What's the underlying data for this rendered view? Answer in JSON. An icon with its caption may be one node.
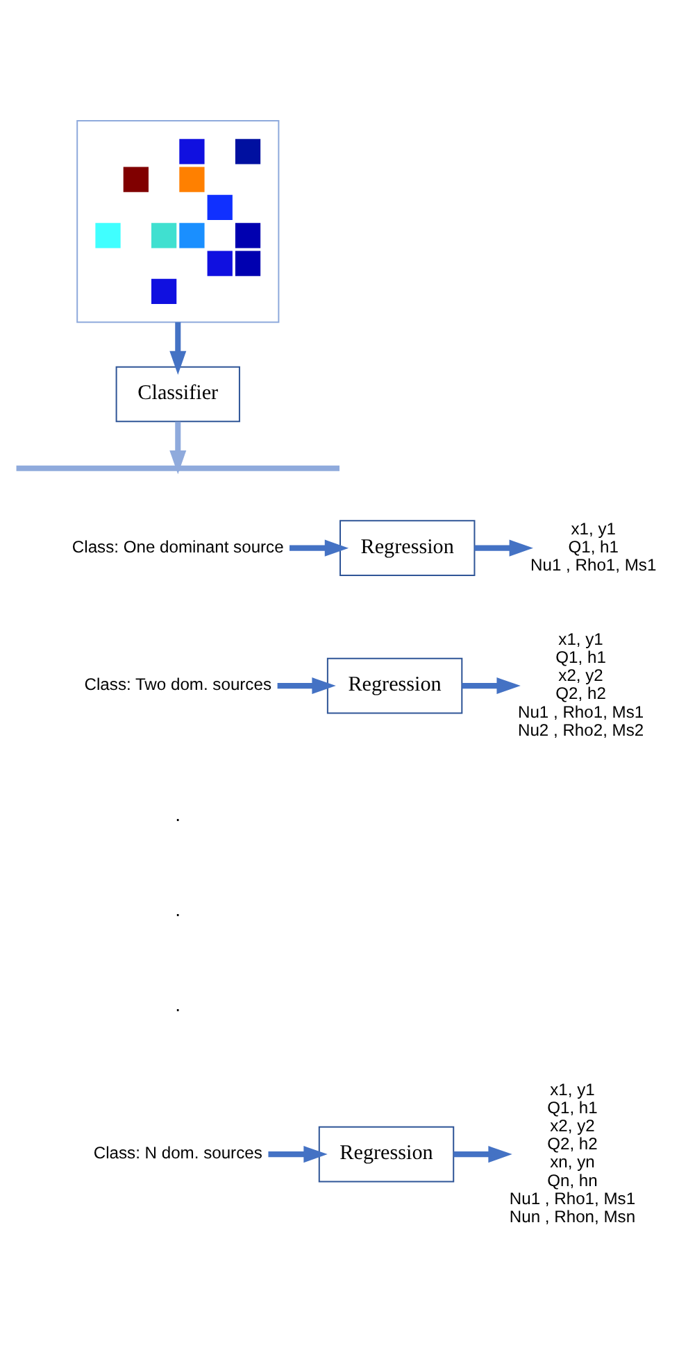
{
  "diagram": {
    "nodes": [
      {
        "text": [],
        "shape": "picture"
      },
      {
        "text": [
          "Classifier"
        ]
      },
      {
        "text": [],
        "shape": "brace"
      },
      {
        "text": [
          "Class: One dominant source"
        ]
      },
      {
        "text": [
          "Regression"
        ]
      },
      {
        "text": [
          "x1, y1",
          "Q1, h1",
          "Nu1 , Rho1, Ms1"
        ]
      },
      {
        "text": [
          "Class: Two dom. sources"
        ]
      },
      {
        "text": [
          "Regression"
        ]
      },
      {
        "text": [
          "x1, y1",
          "Q1, h1",
          "x2, y2",
          "Q2, h2",
          "Nu1 , Rho1, Ms1",
          "Nu2 , Rho2, Ms2"
        ]
      },
      {
        "text": [
          "Class: N dom. sources"
        ]
      },
      {
        "text": [
          "Regression"
        ]
      },
      {
        "text": [
          "x1, y1",
          "Q1, h1",
          "x2, y2",
          "Q2, h2",
          "xn, yn",
          "Qn, hn",
          "Nu1 , Rho1, Ms1",
          "Nun , Rhon, Msn"
        ]
      }
    ],
    "edges": [
      {
        "from": 0,
        "to": 1,
        "arrow": "to"
      },
      {
        "from": 1,
        "to": 2,
        "arrow": "to",
        "color": "#8faadc"
      },
      {
        "from": 3,
        "to": 4,
        "arrow": "to"
      },
      {
        "from": 4,
        "to": 5,
        "arrow": "to"
      },
      {
        "from": 6,
        "to": 7,
        "arrow": "to"
      },
      {
        "from": 7,
        "to": 8,
        "arrow": "to"
      },
      {
        "from": 9,
        "to": 10,
        "arrow": "to"
      },
      {
        "from": 10,
        "to": 11,
        "arrow": "to"
      }
    ],
    "labels": [
      ".",
      ".",
      "."
    ]
  }
}
